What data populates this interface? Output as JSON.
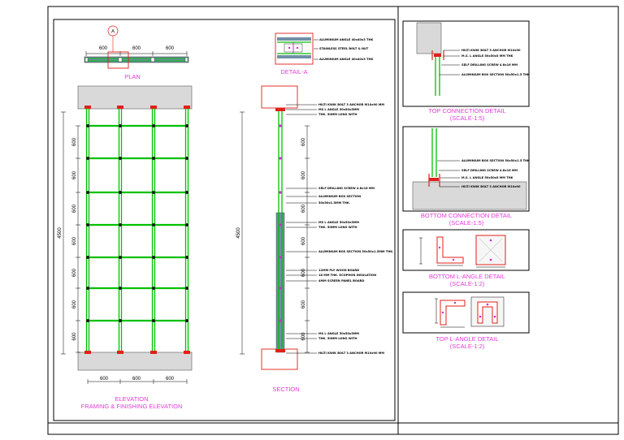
{
  "colors": {
    "caption": "#e23ad6",
    "member": "#00c000",
    "highlight": "#e0201a",
    "concrete": "#d9d9d9",
    "panel": "#6f8fa6"
  },
  "marker": {
    "callout": "A"
  },
  "plan": {
    "caption": "PLAN",
    "dims": [
      "600",
      "600",
      "600"
    ]
  },
  "detail_a": {
    "caption": "DETAIL-A",
    "notes": [
      "ALUMINIUM ANGLE 40x40x3 THK",
      "STAINLESS STEEL BOLT & NUT",
      "ALUMINIUM ANGLE 40x40x3 THK"
    ]
  },
  "elevation": {
    "caption_line1": "ELEVATION",
    "caption_line2": "FRAMING & FINISHING ELEVATION",
    "height_dim": "4500",
    "row_dims": [
      "600",
      "600",
      "600",
      "600",
      "600",
      "600",
      "600"
    ],
    "bottom_dims": [
      "600",
      "600",
      "600"
    ]
  },
  "section": {
    "caption": "SECTION",
    "height_dim": "4500",
    "row_dims": [
      "600",
      "600",
      "600",
      "600",
      "600",
      "600",
      "600"
    ],
    "notes": [
      "HILTI KWIK BOLT 3 ANCHOR M10x90 MM",
      "MS L ANGLE 50x50x5MM",
      "THK. 50MM LONG WITH",
      "SELF DRILLING SCREW 4.8x16 MM",
      "ALUMINIUM BOX SECTION",
      "50x50x1.5MM THK.",
      "MS L ANGLE 50x50x5MM",
      "THK. 50MM LONG WITH",
      "ALUMINIUM BOX SECTION 50x50x1.5MM THK.",
      "12MM PLY WOOD BOARD",
      "18 MM THK. ECOPHON INSULATION",
      "4MM SCREEN PANEL BOARD",
      "MS L ANGLE 50x50x5MM",
      "THK. 50MM LONG WITH",
      "HILTI KWIK BOLT 3 ANCHOR M10x90 MM"
    ]
  },
  "details": {
    "top_connection": {
      "caption_line1": "TOP CONNECTION DETAIL",
      "caption_line2": "(SCALE-1:5)",
      "notes": [
        "HILTI KWIK BOLT 3 ANCHOR M10x90",
        "M.S. L ANGLE 50x50x5 MM THK",
        "SELF DRILLING SCREW 4.8x16 MM",
        "ALUMINIUM BOX SECTION 50x50x1.5 THK"
      ]
    },
    "bottom_connection": {
      "caption_line1": "BOTTOM CONNECTION DETAIL",
      "caption_line2": "(SCALE-1:5)",
      "notes": [
        "ALUMINIUM BOX SECTION 50x50x1.5 THK",
        "SELF DRILLING SCREW 4.8x16 MM",
        "M.S. L ANGLE 50x50x5 MM THK",
        "HILTI KWIK BOLT 3 ANCHOR M10x90"
      ]
    },
    "bottom_l_angle": {
      "caption_line1": "BOTTOM L-ANGLE DETAIL",
      "caption_line2": "(SCALE-1:2)"
    },
    "top_l_angle": {
      "caption_line1": "TOP L-ANGLE DETAIL",
      "caption_line2": "(SCALE-1:2)"
    }
  }
}
